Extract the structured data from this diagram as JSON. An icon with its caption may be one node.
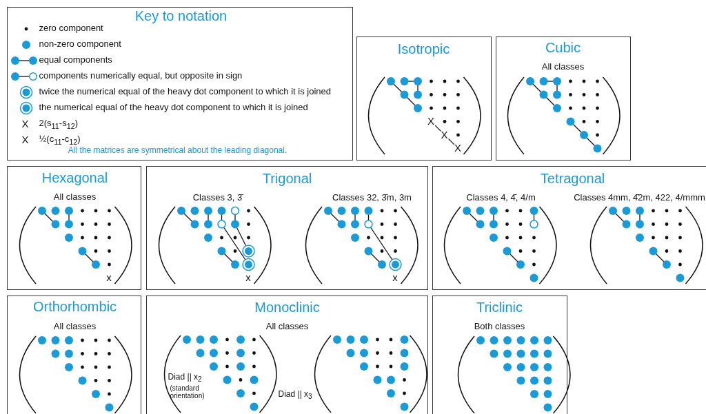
{
  "diagram": {
    "nodes": [
      {
        "text": [
          "Key to notation",
          "All the matrices are symmetrical about the leading diagonal."
        ]
      },
      {
        "text": [
          "Isotropic",
          "X",
          "X",
          "X"
        ]
      },
      {
        "text": [
          "Cubic",
          "All classes"
        ]
      },
      {
        "text": [
          "Hexagonal",
          "All classes",
          "x"
        ]
      },
      {
        "text": [
          "Trigonal",
          "Classes 3, 3̄",
          "x",
          "Classes 32, 3̄m, 3m",
          "x"
        ]
      },
      {
        "text": [
          "Tetragonal",
          "Classes 4, 4̄, 4/m",
          "Classes 4mm, 4̄2m, 422, 4/mmm"
        ]
      },
      {
        "text": [
          "Orthorhombic",
          "All classes"
        ]
      },
      {
        "text": [
          "Monoclinic",
          "All classes",
          "Diad || x$_{2}$",
          "(standard orientation)",
          "Diad || x$_{3}$"
        ]
      },
      {
        "text": [
          "Triclinic",
          "Both classes"
        ]
      }
    ],
    "labels": [
      "X",
      "X"
    ],
    "legend": [
      {
        "text": "zero component"
      },
      {
        "text": "non-zero component"
      },
      {
        "text": "equal components"
      },
      {
        "text": "components numerically equal, but opposite in sign"
      },
      {
        "text": "twice the numerical equal of the heavy dot component to which it is joined"
      },
      {
        "text": "the numerical equal of the heavy dot component to which it is joined"
      },
      {
        "text": "2(s$_{11}$-s$_{12}$)"
      },
      {
        "text": "½(c$_{11}$-c$_{12}$)"
      }
    ]
  }
}
